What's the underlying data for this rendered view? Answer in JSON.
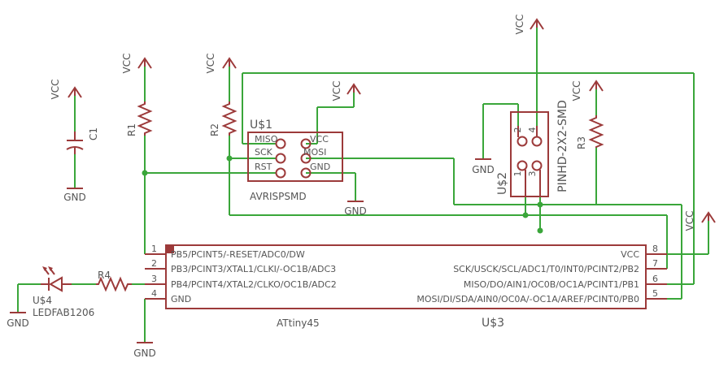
{
  "power": {
    "vcc": "VCC",
    "gnd": "GND"
  },
  "parts": {
    "c1": "C1",
    "r1": "R1",
    "r2": "R2",
    "r3": "R3",
    "r4": "R4",
    "u1": {
      "name": "U$1",
      "value": "AVRISPSMD",
      "pins": [
        "MISO",
        "SCK",
        "RST",
        "VCC",
        "MOSI",
        "GND"
      ]
    },
    "u2": {
      "name": "U$2",
      "value": "PINHD-2X2-SMD",
      "pins": [
        "2",
        "4",
        "1",
        "3"
      ]
    },
    "u3": {
      "name": "U$3",
      "value": "ATtiny45",
      "left_pins": [
        {
          "num": "1",
          "label": "PB5/PCINT5/-RESET/ADC0/DW"
        },
        {
          "num": "2",
          "label": "PB3/PCINT3/XTAL1/CLKI/-OC1B/ADC3"
        },
        {
          "num": "3",
          "label": "PB4/PCINT4/XTAL2/CLKO/OC1B/ADC2"
        },
        {
          "num": "4",
          "label": "GND"
        }
      ],
      "right_pins": [
        {
          "num": "8",
          "label": "VCC"
        },
        {
          "num": "7",
          "label": "SCK/USCK/SCL/ADC1/T0/INT0/PCINT2/PB2"
        },
        {
          "num": "6",
          "label": "MISO/DO/AIN1/OC0B/OC1A/PCINT1/PB1"
        },
        {
          "num": "5",
          "label": "MOSI/DI/SDA/AIN0/OC0A/-OC1A/AREF/PCINT0/PB0"
        }
      ]
    },
    "u4": {
      "name": "U$4",
      "value": "LEDFAB1206"
    }
  }
}
